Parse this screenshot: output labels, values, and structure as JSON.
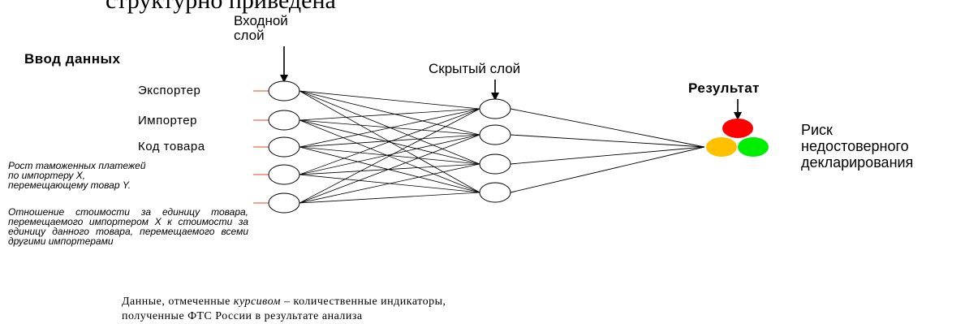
{
  "top_text_fragment": "структурно приведена",
  "input_layer_label": [
    "Входной",
    "слой"
  ],
  "hidden_layer_label": "Скрытый слой",
  "data_input_heading": "Ввод данных",
  "result_heading": "Результат",
  "inputs": [
    "Экспортер",
    "Импортер",
    "Код товара"
  ],
  "italic_input_1": "Рост таможенных платежей\nпо импортеру X,\nперемещающему товар Y.",
  "italic_input_2": "Отношение стоимости за единицу товара, перемещаемого импортером X к стоимости за единицу данного товара, перемещаемого всеми другими импортерами",
  "risk_label": [
    "Риск",
    "недостоверного",
    "декларирования"
  ],
  "footer_line_1_pre": "Данные, отмеченные ",
  "footer_line_1_em": "курсивом",
  "footer_line_1_post": " – количественные индикаторы,",
  "footer_line_2": "полученные ФТС России в результате анализа",
  "colors": {
    "red_light": "#ff0000",
    "yellow_light": "#ffc000",
    "green_light": "#00ee00",
    "input_tick": "#e07050"
  }
}
